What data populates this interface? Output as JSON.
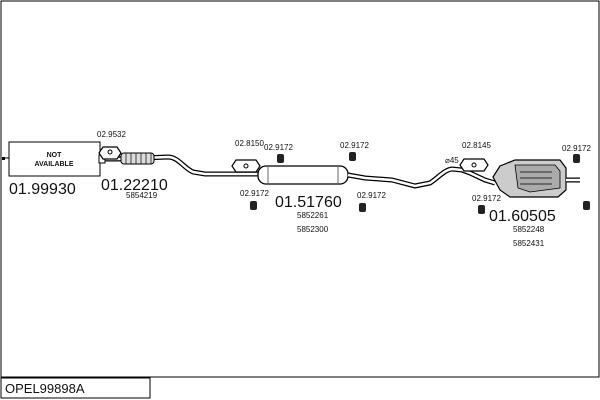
{
  "diagram": {
    "title": "OPEL99898A",
    "not_available": {
      "line1": "NOT",
      "line2": "AVAILABLE"
    },
    "sections": {
      "front": {
        "part_number": "01.99930"
      },
      "pipe": {
        "part_number": "01.22210",
        "oe_number": "5854219"
      },
      "middle": {
        "part_number": "01.51760",
        "oe_numbers": [
          "5852261",
          "5852300"
        ]
      },
      "rear": {
        "part_number": "01.60505",
        "oe_numbers": [
          "5852248",
          "5852431"
        ]
      }
    },
    "fittings": {
      "flange_front": "02.9532",
      "flange_middle": "02.8150",
      "hanger_middle_a": "02.9172",
      "hanger_middle_b": "02.9172",
      "hanger_middle_c": "02.9172",
      "hanger_middle_d": "02.9172",
      "flange_rear": "02.8145",
      "hanger_rear_a": "02.9172",
      "hanger_rear_b": "02.9172",
      "diameter": "⌀45"
    }
  }
}
